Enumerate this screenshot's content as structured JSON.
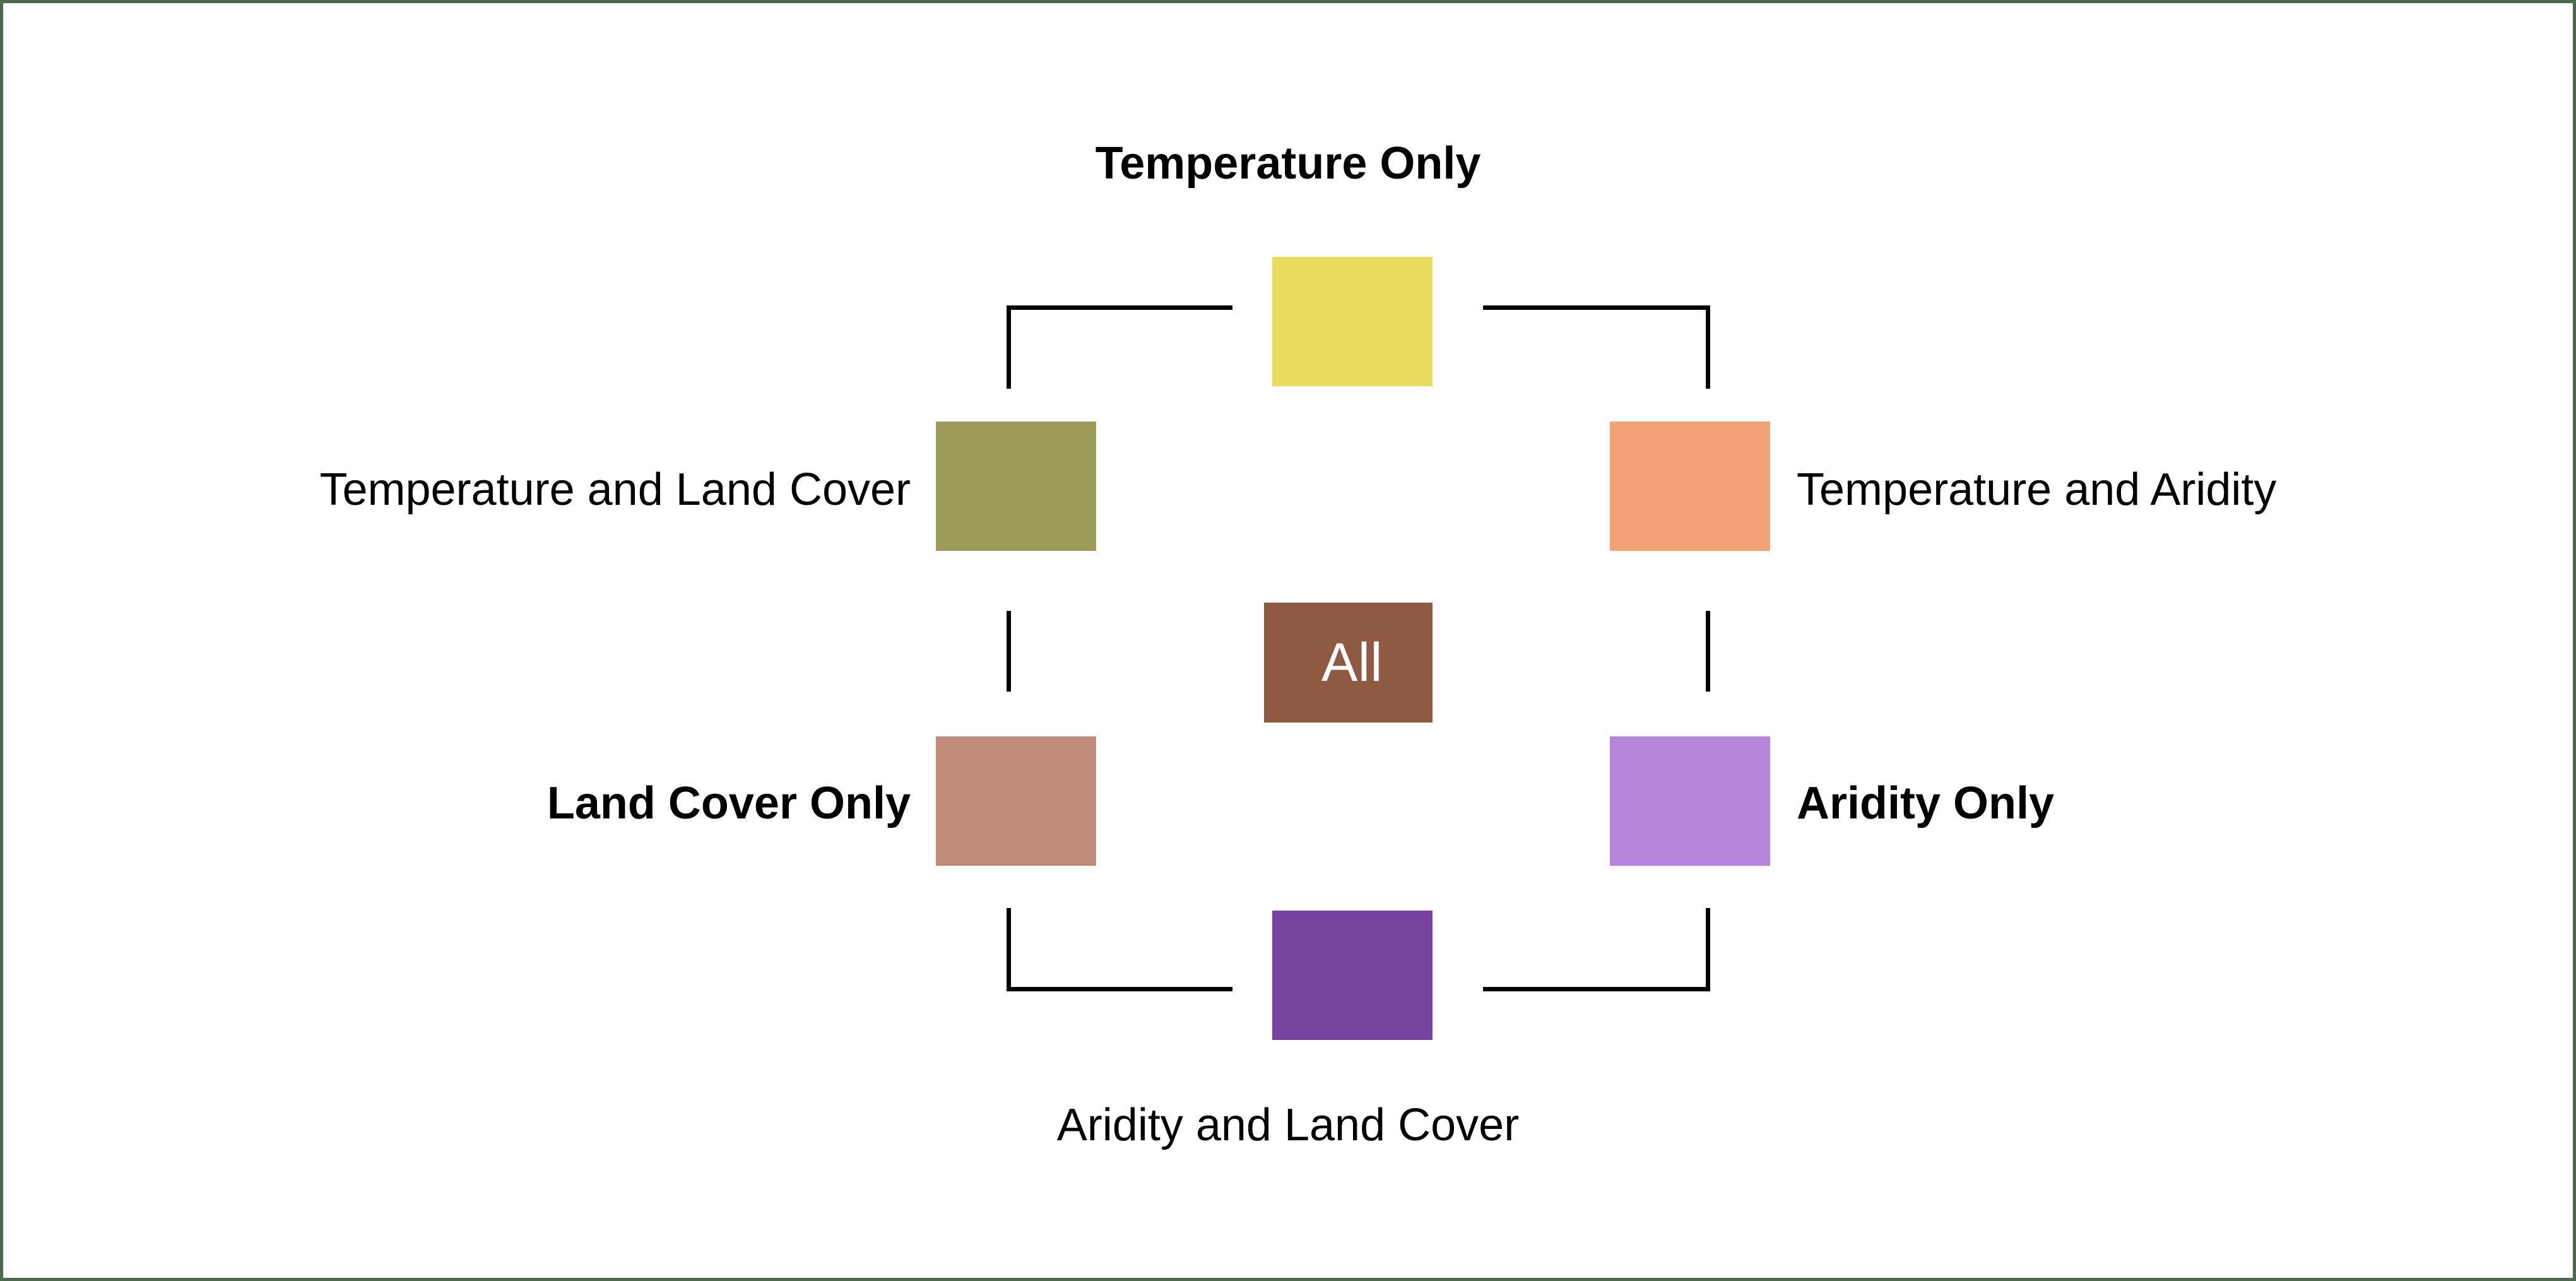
{
  "figure": {
    "type": "venn-quadrant-legend",
    "border_color": "#4a6b4c",
    "background_color": "#ffffff",
    "connector_color": "#000000"
  },
  "categories": [
    {
      "id": "temperature-only",
      "label": "Temperature Only",
      "color": "#ebdb5d",
      "emphasis": "bold",
      "position": "top-center"
    },
    {
      "id": "temperature-and-land-cover",
      "label": "Temperature and Land Cover",
      "color": "#9c9b59",
      "emphasis": "normal",
      "position": "upper-left"
    },
    {
      "id": "temperature-and-aridity",
      "label": "Temperature and Aridity",
      "color": "#f3a176",
      "emphasis": "normal",
      "position": "upper-right"
    },
    {
      "id": "all",
      "label": "All",
      "color": "#8e5b42",
      "emphasis": "normal",
      "label_color": "#ffffff",
      "position": "center"
    },
    {
      "id": "land-cover-only",
      "label": "Land Cover Only",
      "color": "#bf8c79",
      "emphasis": "bold",
      "position": "lower-left"
    },
    {
      "id": "aridity-only",
      "label": "Aridity Only",
      "color": "#b684da",
      "emphasis": "bold",
      "position": "lower-right"
    },
    {
      "id": "aridity-and-land-cover",
      "label": "Aridity and Land Cover",
      "color": "#77439e",
      "emphasis": "normal",
      "position": "bottom-center"
    }
  ],
  "labels": {
    "temperature_only": "Temperature Only",
    "temperature_and_land_cover": "Temperature and Land Cover",
    "temperature_and_aridity": "Temperature and Aridity",
    "all": "All",
    "land_cover_only": "Land Cover Only",
    "aridity_only": "Aridity Only",
    "aridity_and_land_cover": "Aridity and Land Cover"
  }
}
